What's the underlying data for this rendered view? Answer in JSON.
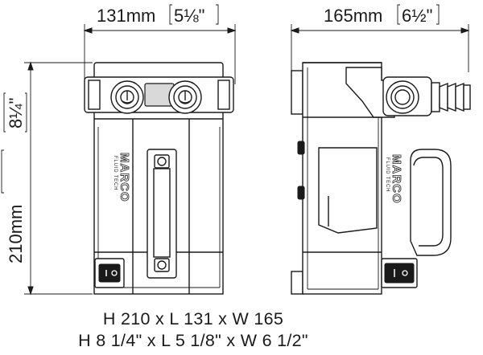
{
  "dimensions": {
    "front_width": {
      "metric": "131mm",
      "imperial": "5⅛\""
    },
    "side_width": {
      "metric": "165mm",
      "imperial": "6½\""
    },
    "height": {
      "metric": "210mm",
      "imperial": "8¼\""
    }
  },
  "captions": {
    "metric": "H 210 x L 131 x W 165",
    "imperial": "H 8 1/4\" x L 5 1/8\" x W 6 1/2\""
  },
  "brand": {
    "logo_text": "MARCO",
    "logo_subtext": "FLUID TECH"
  }
}
